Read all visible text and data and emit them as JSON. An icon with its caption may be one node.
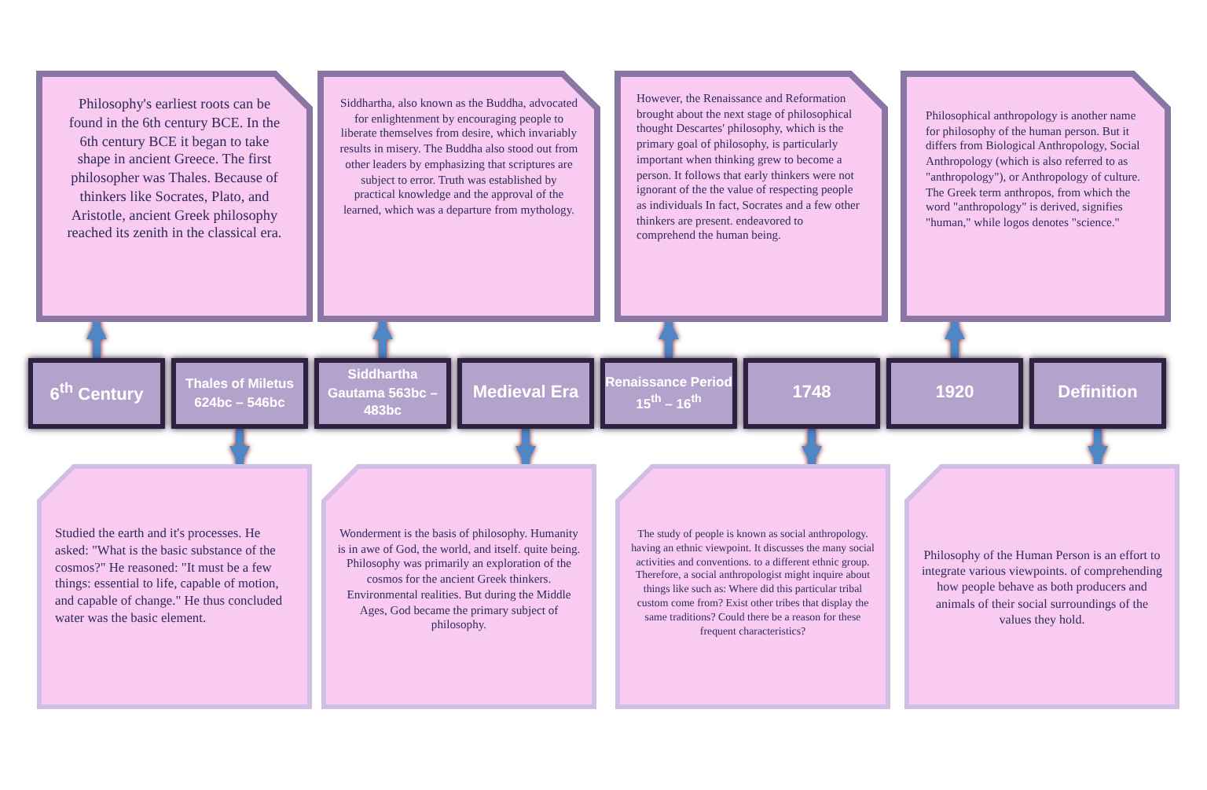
{
  "diagram": {
    "nodes": [
      {
        "text": [
          "6$^{th}$ Century"
        ]
      },
      {
        "text": [
          "Thales of Miletus 624bc – 546bc"
        ]
      },
      {
        "text": [
          "Siddhartha Gautama 563bc – 483bc"
        ]
      },
      {
        "text": [
          "Medieval Era"
        ]
      },
      {
        "text": [
          "Renaissance Period 15$^{th}$ – 16$^{th}$"
        ]
      },
      {
        "text": [
          "1748"
        ]
      },
      {
        "text": [
          "1920"
        ]
      },
      {
        "text": [
          "Definition"
        ]
      },
      {
        "text": [
          "Philosophy's earliest roots can be found in the 6th century BCE. In the 6th century BCE it began to take shape in ancient Greece. The first philosopher was Thales. Because of thinkers like Socrates, Plato, and Aristotle, ancient Greek philosophy reached its zenith in the classical era."
        ]
      },
      {
        "text": [
          "Siddhartha, also known as the Buddha, advocated for enlightenment by encouraging people to liberate themselves from desire, which invariably results in misery. The Buddha also stood out from other leaders by emphasizing that scriptures are subject to error. Truth was established by practical knowledge and the approval of the learned, which was a departure from mythology."
        ]
      },
      {
        "text": [
          "However, the Renaissance and Reformation brought about the next stage of philosophical thought Descartes' philosophy, which is the primary goal of philosophy, is particularly important when thinking grew to become a person. It follows that early thinkers were not ignorant of the the value of respecting people as individuals In fact, Socrates and a few other thinkers are present. endeavored to comprehend the human being."
        ]
      },
      {
        "text": [
          "Philosophical anthropology is another name for philosophy of the human person. But it differs from Biological Anthropology, Social Anthropology (which is also referred to as \"anthropology\"), or Anthropology of culture. The Greek term anthropos, from which the word \"anthropology\" is derived, signifies \"human,\" while logos denotes \"science.\""
        ]
      },
      {
        "text": [
          "Studied the earth and it's processes. He asked: \"What is the basic substance of the cosmos?\" He reasoned: \"It must be a few things: essential to life, capable of motion, and capable of change.\" He thus concluded water was the basic element."
        ]
      },
      {
        "text": [
          "Wonderment is the basis of philosophy. Humanity is in awe of God, the world, and itself. quite being. Philosophy was primarily an exploration of the cosmos for the ancient Greek thinkers. Environmental realities. But during the Middle Ages, God became the primary subject of philosophy."
        ]
      },
      {
        "text": [
          "The study of people is known as social anthropology. having an ethnic viewpoint. It discusses the many social activities and conventions. to a different ethnic group. Therefore, a social anthropologist might inquire about things like such as: Where did this particular tribal custom come from? Exist other tribes that display the same traditions? Could there be a reason for these frequent characteristics?"
        ]
      },
      {
        "text": [
          "Philosophy of the Human Person is an effort to integrate various viewpoints. of comprehending how people behave as both producers and animals of their social surroundings of the values they hold."
        ]
      }
    ],
    "edges": [
      {
        "from": 0,
        "to": 8,
        "arrow": "to"
      },
      {
        "from": 1,
        "to": 12,
        "arrow": "to"
      },
      {
        "from": 2,
        "to": 9,
        "arrow": "to"
      },
      {
        "from": 3,
        "to": 13,
        "arrow": "to"
      },
      {
        "from": 4,
        "to": 10,
        "arrow": "to"
      },
      {
        "from": 5,
        "to": 14,
        "arrow": "to"
      },
      {
        "from": 6,
        "to": 11,
        "arrow": "to"
      },
      {
        "from": 7,
        "to": 15,
        "arrow": "to"
      }
    ]
  }
}
